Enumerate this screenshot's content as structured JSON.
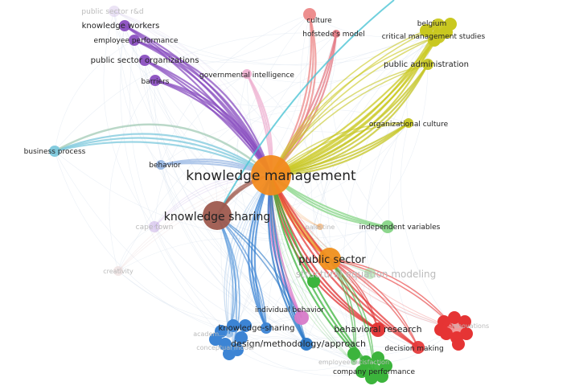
{
  "network": {
    "nodes": [
      {
        "id": "km",
        "label": "knowledge management",
        "color": "#f28a1e",
        "faded": false
      },
      {
        "id": "ks",
        "label": "knowledge sharing",
        "color": "#9e5a4e",
        "faded": false
      },
      {
        "id": "ps",
        "label": "public sector",
        "color": "#f0901e",
        "faded": false
      },
      {
        "id": "psrd",
        "label": "public sector r&d",
        "color": "#d8c8ec",
        "faded": true
      },
      {
        "id": "kw",
        "label": "knowledge workers",
        "color": "#8a4fc0",
        "faded": false
      },
      {
        "id": "ep",
        "label": "employee performance",
        "color": "#8a4fc0",
        "faded": false
      },
      {
        "id": "pso",
        "label": "public sector organizations",
        "color": "#8a4fc0",
        "faded": false
      },
      {
        "id": "bar",
        "label": "barriers",
        "color": "#8a4fc0",
        "faded": false
      },
      {
        "id": "gi",
        "label": "governmental intelligence",
        "color": "#eeb0d0",
        "faded": false
      },
      {
        "id": "cul",
        "label": "culture",
        "color": "#ec8888",
        "faded": false
      },
      {
        "id": "hof",
        "label": "hofstede's model",
        "color": "#e47a84",
        "faded": false
      },
      {
        "id": "bel",
        "label": "belgium",
        "color": "#c9c820",
        "faded": false
      },
      {
        "id": "cms",
        "label": "critical management studies",
        "color": "#c9c820",
        "faded": false
      },
      {
        "id": "pa",
        "label": "public administration",
        "color": "#c4c422",
        "faded": false
      },
      {
        "id": "oc",
        "label": "organizational culture",
        "color": "#c4c422",
        "faded": false
      },
      {
        "id": "bp",
        "label": "business process",
        "color": "#7cc8dc",
        "faded": false
      },
      {
        "id": "beh",
        "label": "behavior",
        "color": "#9ab8e4",
        "faded": false
      },
      {
        "id": "ct",
        "label": "cape town",
        "color": "#c4a8e4",
        "faded": true
      },
      {
        "id": "cre",
        "label": "creativity",
        "color": "#e6d0d0",
        "faded": true
      },
      {
        "id": "pal",
        "label": "palestine",
        "color": "#f08a2a",
        "faded": true
      },
      {
        "id": "iv",
        "label": "independent variables",
        "color": "#86d486",
        "faded": false
      },
      {
        "id": "sem",
        "label": "structural equation modeling",
        "color": "#8cd88c",
        "faded": true
      },
      {
        "id": "ib",
        "label": "individual behavior",
        "color": "#d77ac8",
        "faded": false
      },
      {
        "id": "ksh",
        "label": "knowledge-sharing",
        "color": "#3c84d4",
        "faded": false
      },
      {
        "id": "dma",
        "label": "design/methodology/approach",
        "color": "#2a78c8",
        "faded": false
      },
      {
        "id": "aca",
        "label": "academ...",
        "color": "#4a90d8",
        "faded": true
      },
      {
        "id": "cm",
        "label": "conceptual model",
        "color": "#4a90d8",
        "faded": true
      },
      {
        "id": "br",
        "label": "behavioral research",
        "color": "#e03030",
        "faded": false
      },
      {
        "id": "dm",
        "label": "decision making",
        "color": "#e53a3a",
        "faded": false
      },
      {
        "id": "emp",
        "label": "employee satisfaction",
        "color": "#44b444",
        "faded": true
      },
      {
        "id": "cp",
        "label": "company performance",
        "color": "#3cb43c",
        "faded": false
      },
      {
        "id": "red",
        "label": "innovations",
        "color": "#e83434",
        "faded": true
      }
    ]
  }
}
